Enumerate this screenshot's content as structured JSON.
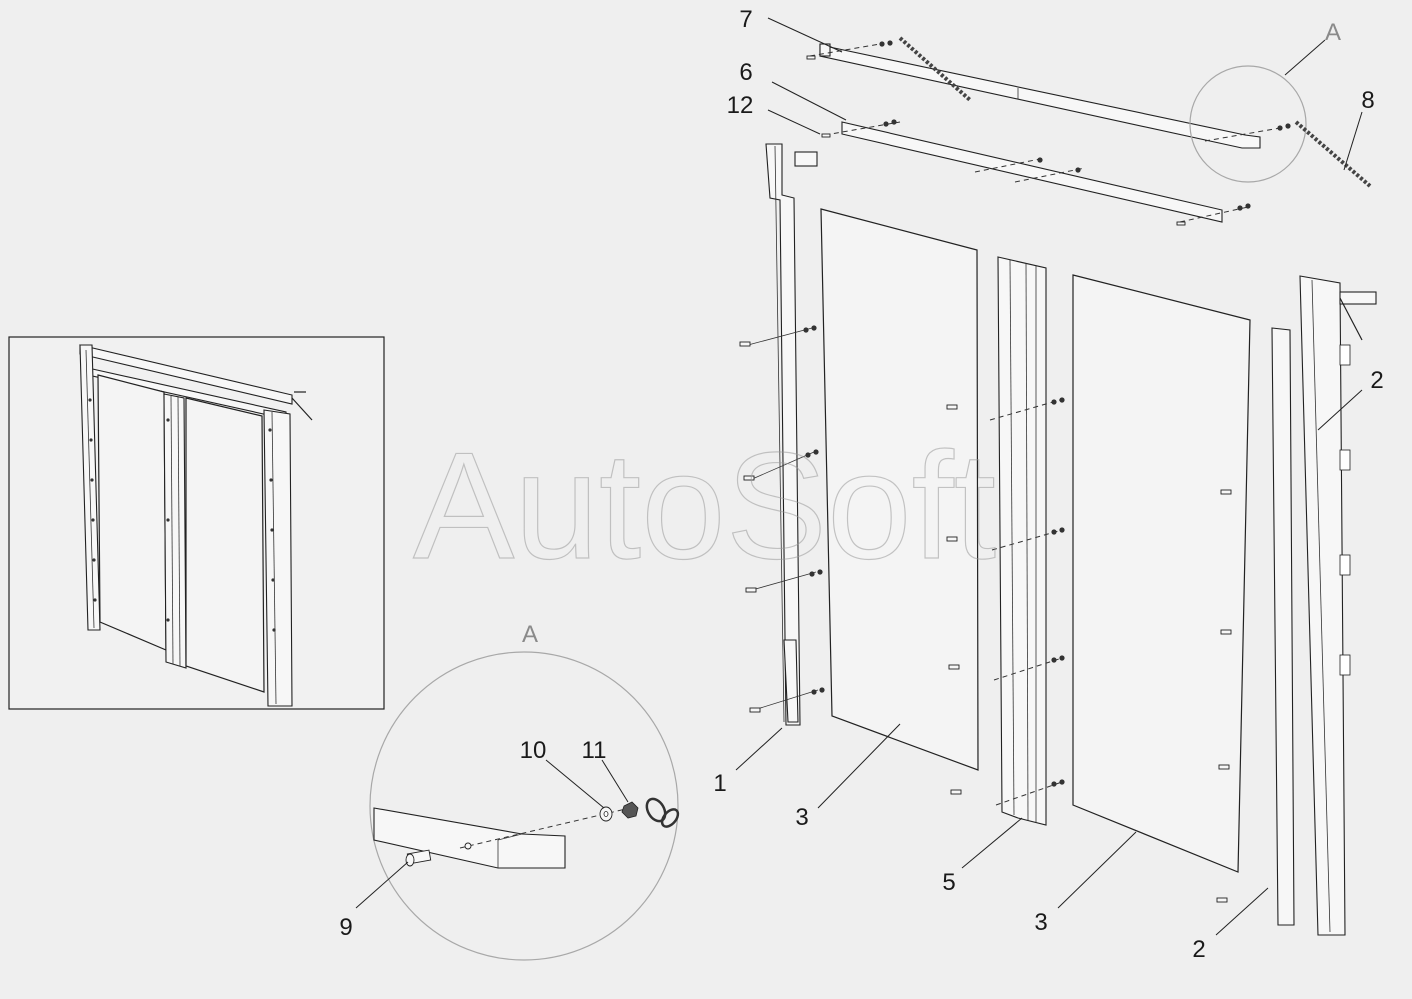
{
  "watermark": "AutoSoft",
  "detail_letter": "A",
  "callouts": {
    "c1": "1",
    "c2_upper": "2",
    "c2_lower": "2",
    "c3_left": "3",
    "c3_right": "3",
    "c5": "5",
    "c6": "6",
    "c7": "7",
    "c8": "8",
    "c9": "9",
    "c10": "10",
    "c11": "11",
    "c12": "12"
  },
  "colors": {
    "background": "#efefef",
    "line": "#222222",
    "detail_circle": "#a8a8a8",
    "watermark": "#9a9a9a"
  }
}
